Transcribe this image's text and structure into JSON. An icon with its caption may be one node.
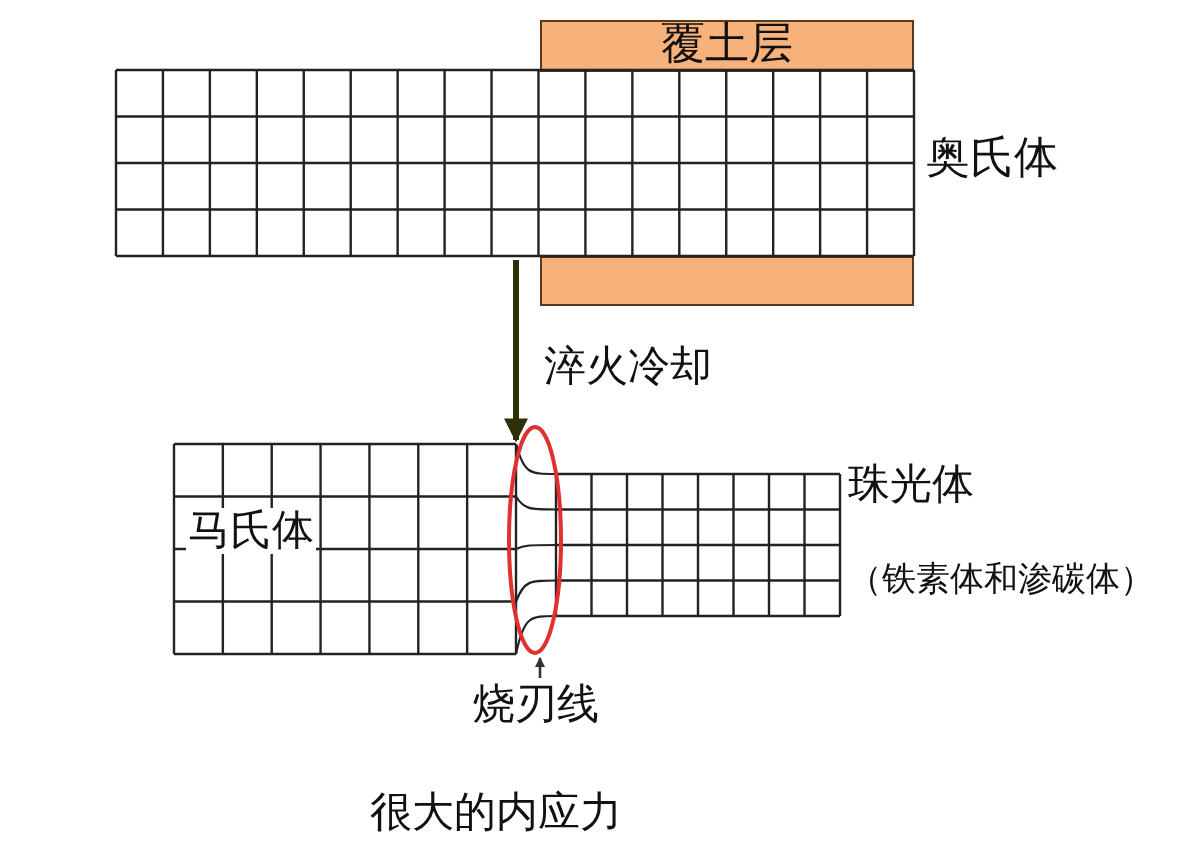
{
  "diagram": {
    "nodes": [
      {
        "text": [
          "覆土层"
        ]
      },
      {
        "text": [],
        "shape": "bar"
      },
      {
        "text": [],
        "shape": "box",
        "beside": [
          "奥氏体"
        ]
      },
      {
        "text": [
          "马氏体"
        ]
      },
      {
        "text": [],
        "shape": "box",
        "beside": [
          "珠光体",
          "（铁素体和渗碳体）"
        ]
      },
      {
        "text": [
          "烧刃线"
        ]
      },
      {
        "text": [],
        "shape": "circle"
      }
    ],
    "edges": [
      {
        "from": 2,
        "to": 3,
        "arrow": "to",
        "label": "淬火冷却",
        "style": "thick"
      },
      {
        "from": 5,
        "to": 6,
        "arrow": "to"
      }
    ],
    "labels": [
      "很大的内应力"
    ]
  }
}
